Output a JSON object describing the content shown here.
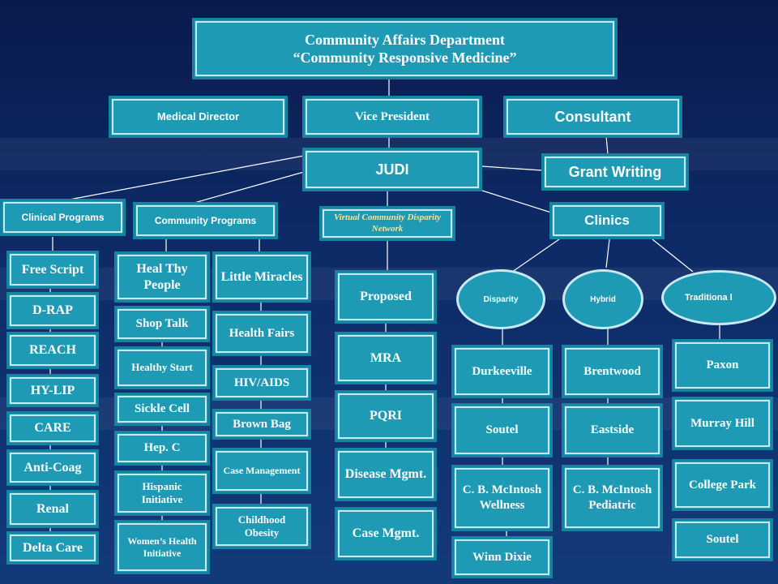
{
  "top": {
    "line1": "Community Affairs Department",
    "line2": "“Community Responsive Medicine”"
  },
  "row2": {
    "medical_director": "Medical Director",
    "vice_president": "Vice President",
    "consultant": "Consultant"
  },
  "judi": "JUDI",
  "grant_writing": "Grant Writing",
  "clinical_programs": {
    "title": "Clinical Programs",
    "items": [
      "Free Script",
      "D-RAP",
      "REACH",
      "HY-LIP",
      "CARE",
      "Anti-Coag",
      "Renal",
      "Delta Care"
    ]
  },
  "community_programs": {
    "title": "Community Programs",
    "col1": [
      "Heal Thy People",
      "Shop Talk",
      "Healthy Start",
      "Sickle Cell",
      "Hep. C",
      "Hispanic Initiative",
      "Women’s Health Initiative"
    ],
    "col2": [
      "Little Miracles",
      "Health Fairs",
      "HIV/AIDS",
      "Brown Bag",
      "Case Management",
      "Childhood Obesity"
    ]
  },
  "virtual": {
    "title": "Virtual Community Disparity Network",
    "items": [
      "Proposed",
      "MRA",
      "PQRI",
      "Disease Mgmt.",
      "Case Mgmt."
    ]
  },
  "clinics": {
    "title": "Clinics",
    "disparity": {
      "label": "Disparity",
      "items": [
        "Durkeeville",
        "Soutel",
        "C. B. McIntosh Wellness",
        "Winn Dixie"
      ]
    },
    "hybrid": {
      "label": "Hybrid",
      "items": [
        "Brentwood",
        "Eastside",
        "C. B. McIntosh Pediatric"
      ]
    },
    "traditional": {
      "label": "Traditiona l",
      "items": [
        "Paxon",
        "Murray Hill",
        "College Park",
        "Soutel"
      ]
    }
  },
  "colors": {
    "box_fill": "#1e9ab5",
    "box_border": "#1584a0",
    "background": "#0d2a66",
    "italic_text": "#f1e6a4"
  }
}
